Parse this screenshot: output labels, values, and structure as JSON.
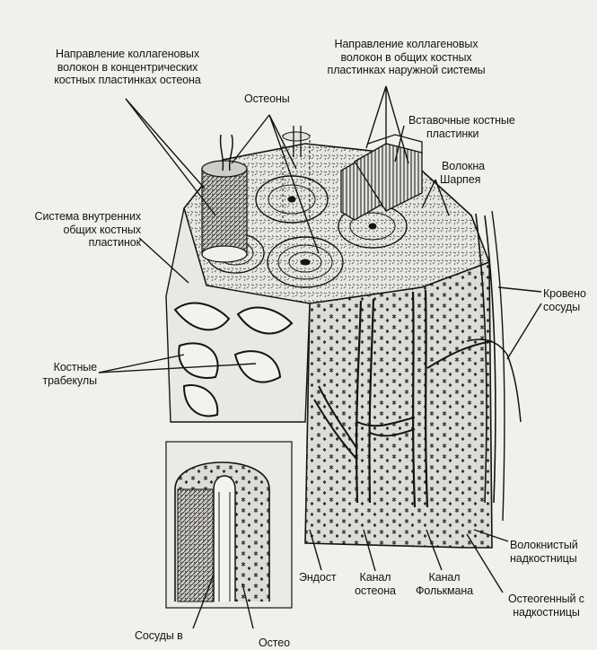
{
  "labels": {
    "osteon_fiber_direction": [
      "Направление коллагеновых",
      "волокон в концентрических",
      "костных пластинках остеона"
    ],
    "outer_fiber_direction": [
      "Направление коллагеновых",
      "волокон в общих костных",
      "пластинках наружной системы"
    ],
    "osteons": "Остеоны",
    "interstitial_lamellae": [
      "Вставочные костные",
      "пластинки"
    ],
    "sharpey_fibers": [
      "Волокна",
      "Шарпея"
    ],
    "inner_lamellae_system": [
      "Система внутренних",
      "общих костных",
      "пластинок"
    ],
    "blood_vessels": [
      "Кровено",
      "сосуды"
    ],
    "trabeculae": [
      "Костные",
      "трабекулы"
    ],
    "fibrous_periosteum": [
      "Волокнистый",
      "надкостницы"
    ],
    "endosteum": "Эндост",
    "osteon_canal": [
      "Канал",
      "остеона"
    ],
    "volkmann_canal": [
      "Канал",
      "Фолькмана"
    ],
    "osteogenic_layer": [
      "Остеогенный с",
      "надкостницы"
    ],
    "vessels_in": "Сосуды в",
    "osteo_cut": "Остео"
  },
  "colors": {
    "ink": "#141414",
    "paper": "#f1f0ec",
    "hatch": "#2a2a2a"
  }
}
